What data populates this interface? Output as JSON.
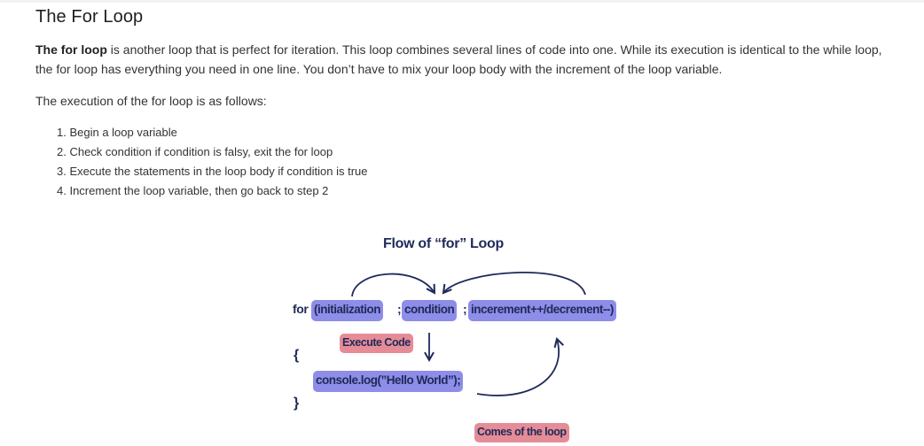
{
  "heading": "The For Loop",
  "intro": {
    "bold": "The for loop",
    "rest": " is another loop that is perfect for iteration. This loop combines several lines of code into one. While its execution is identical to the while loop, the for loop has everything you need in one line. You don’t have to mix your loop body with the increment of the loop variable."
  },
  "exec_text": "The execution of the for loop is as follows:",
  "steps": [
    "1. Begin a loop variable",
    "2. Check condition if condition is falsy, exit the for loop",
    "3. Execute the statements in the loop body if condition is true",
    "4. Increment the loop variable, then go back to step 2"
  ],
  "diagram": {
    "title": "Flow of “for” Loop",
    "for_keyword": "for",
    "initialization": "(initialization",
    "semicolon": ";",
    "condition": "condition",
    "increment": "incerement++/decrement--)",
    "execute_label": "Execute Code",
    "open_brace": "{",
    "statement": "console.log(”Hello World”);",
    "close_brace": "}",
    "exit_label": "Comes of the loop",
    "colors": {
      "blue_chip": "#8e8de8",
      "pink_chip": "#e58c97",
      "text": "#1f2a5a"
    }
  }
}
